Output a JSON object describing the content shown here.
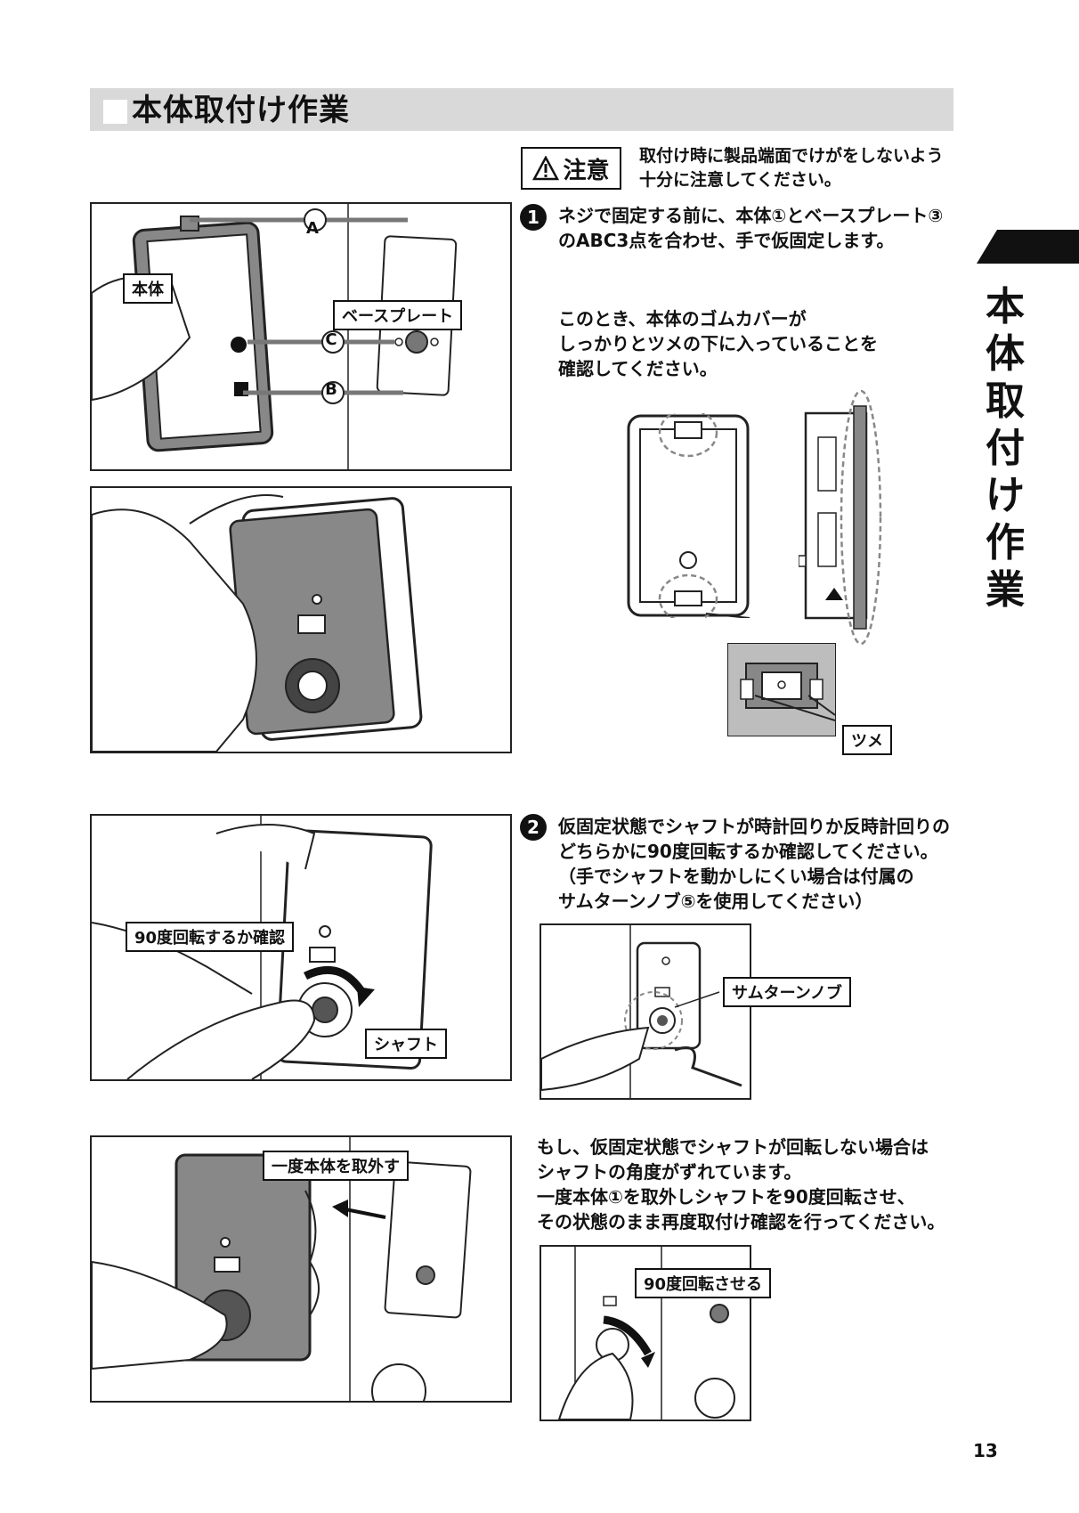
{
  "header": {
    "title": "本体取付け作業"
  },
  "side": {
    "title": "本体取付け作業"
  },
  "caution": {
    "label": "注意",
    "text_line1": "取付け時に製品端面でけがをしないよう",
    "text_line2": "十分に注意してください。"
  },
  "step1": {
    "number": "1",
    "line1": "ネジで固定する前に、本体①とベースプレート③",
    "line2": "のABC3点を合わせ、手で仮固定します。",
    "note_line1": "このとき、本体のゴムカバーが",
    "note_line2": "しっかりとツメの下に入っていることを",
    "note_line3": "確認してください。"
  },
  "step2": {
    "number": "2",
    "line1": "仮固定状態でシャフトが時計回りか反時計回りの",
    "line2": "どちらかに90度回転するか確認してください。",
    "line3": "（手でシャフトを動かしにくい場合は付属の",
    "line4": "サムターンノブ⑤を使用してください）",
    "extra_line1": "もし、仮固定状態でシャフトが回転しない場合は",
    "extra_line2": "シャフトの角度がずれています。",
    "extra_line3": "一度本体①を取外しシャフトを90度回転させ、",
    "extra_line4": "その状態のまま再度取付け確認を行ってください。"
  },
  "labels": {
    "body": "本体",
    "base_plate": "ベースプレート",
    "point_a": "A",
    "point_b": "B",
    "point_c": "C",
    "tsume": "ツメ",
    "rotate_check": "90度回転するか確認",
    "shaft": "シャフト",
    "thumbturn": "サムターンノブ",
    "remove_once": "一度本体を取外す",
    "rotate_90": "90度回転させる"
  },
  "page": {
    "number": "13"
  },
  "icons": [
    "warning-triangle-icon"
  ]
}
